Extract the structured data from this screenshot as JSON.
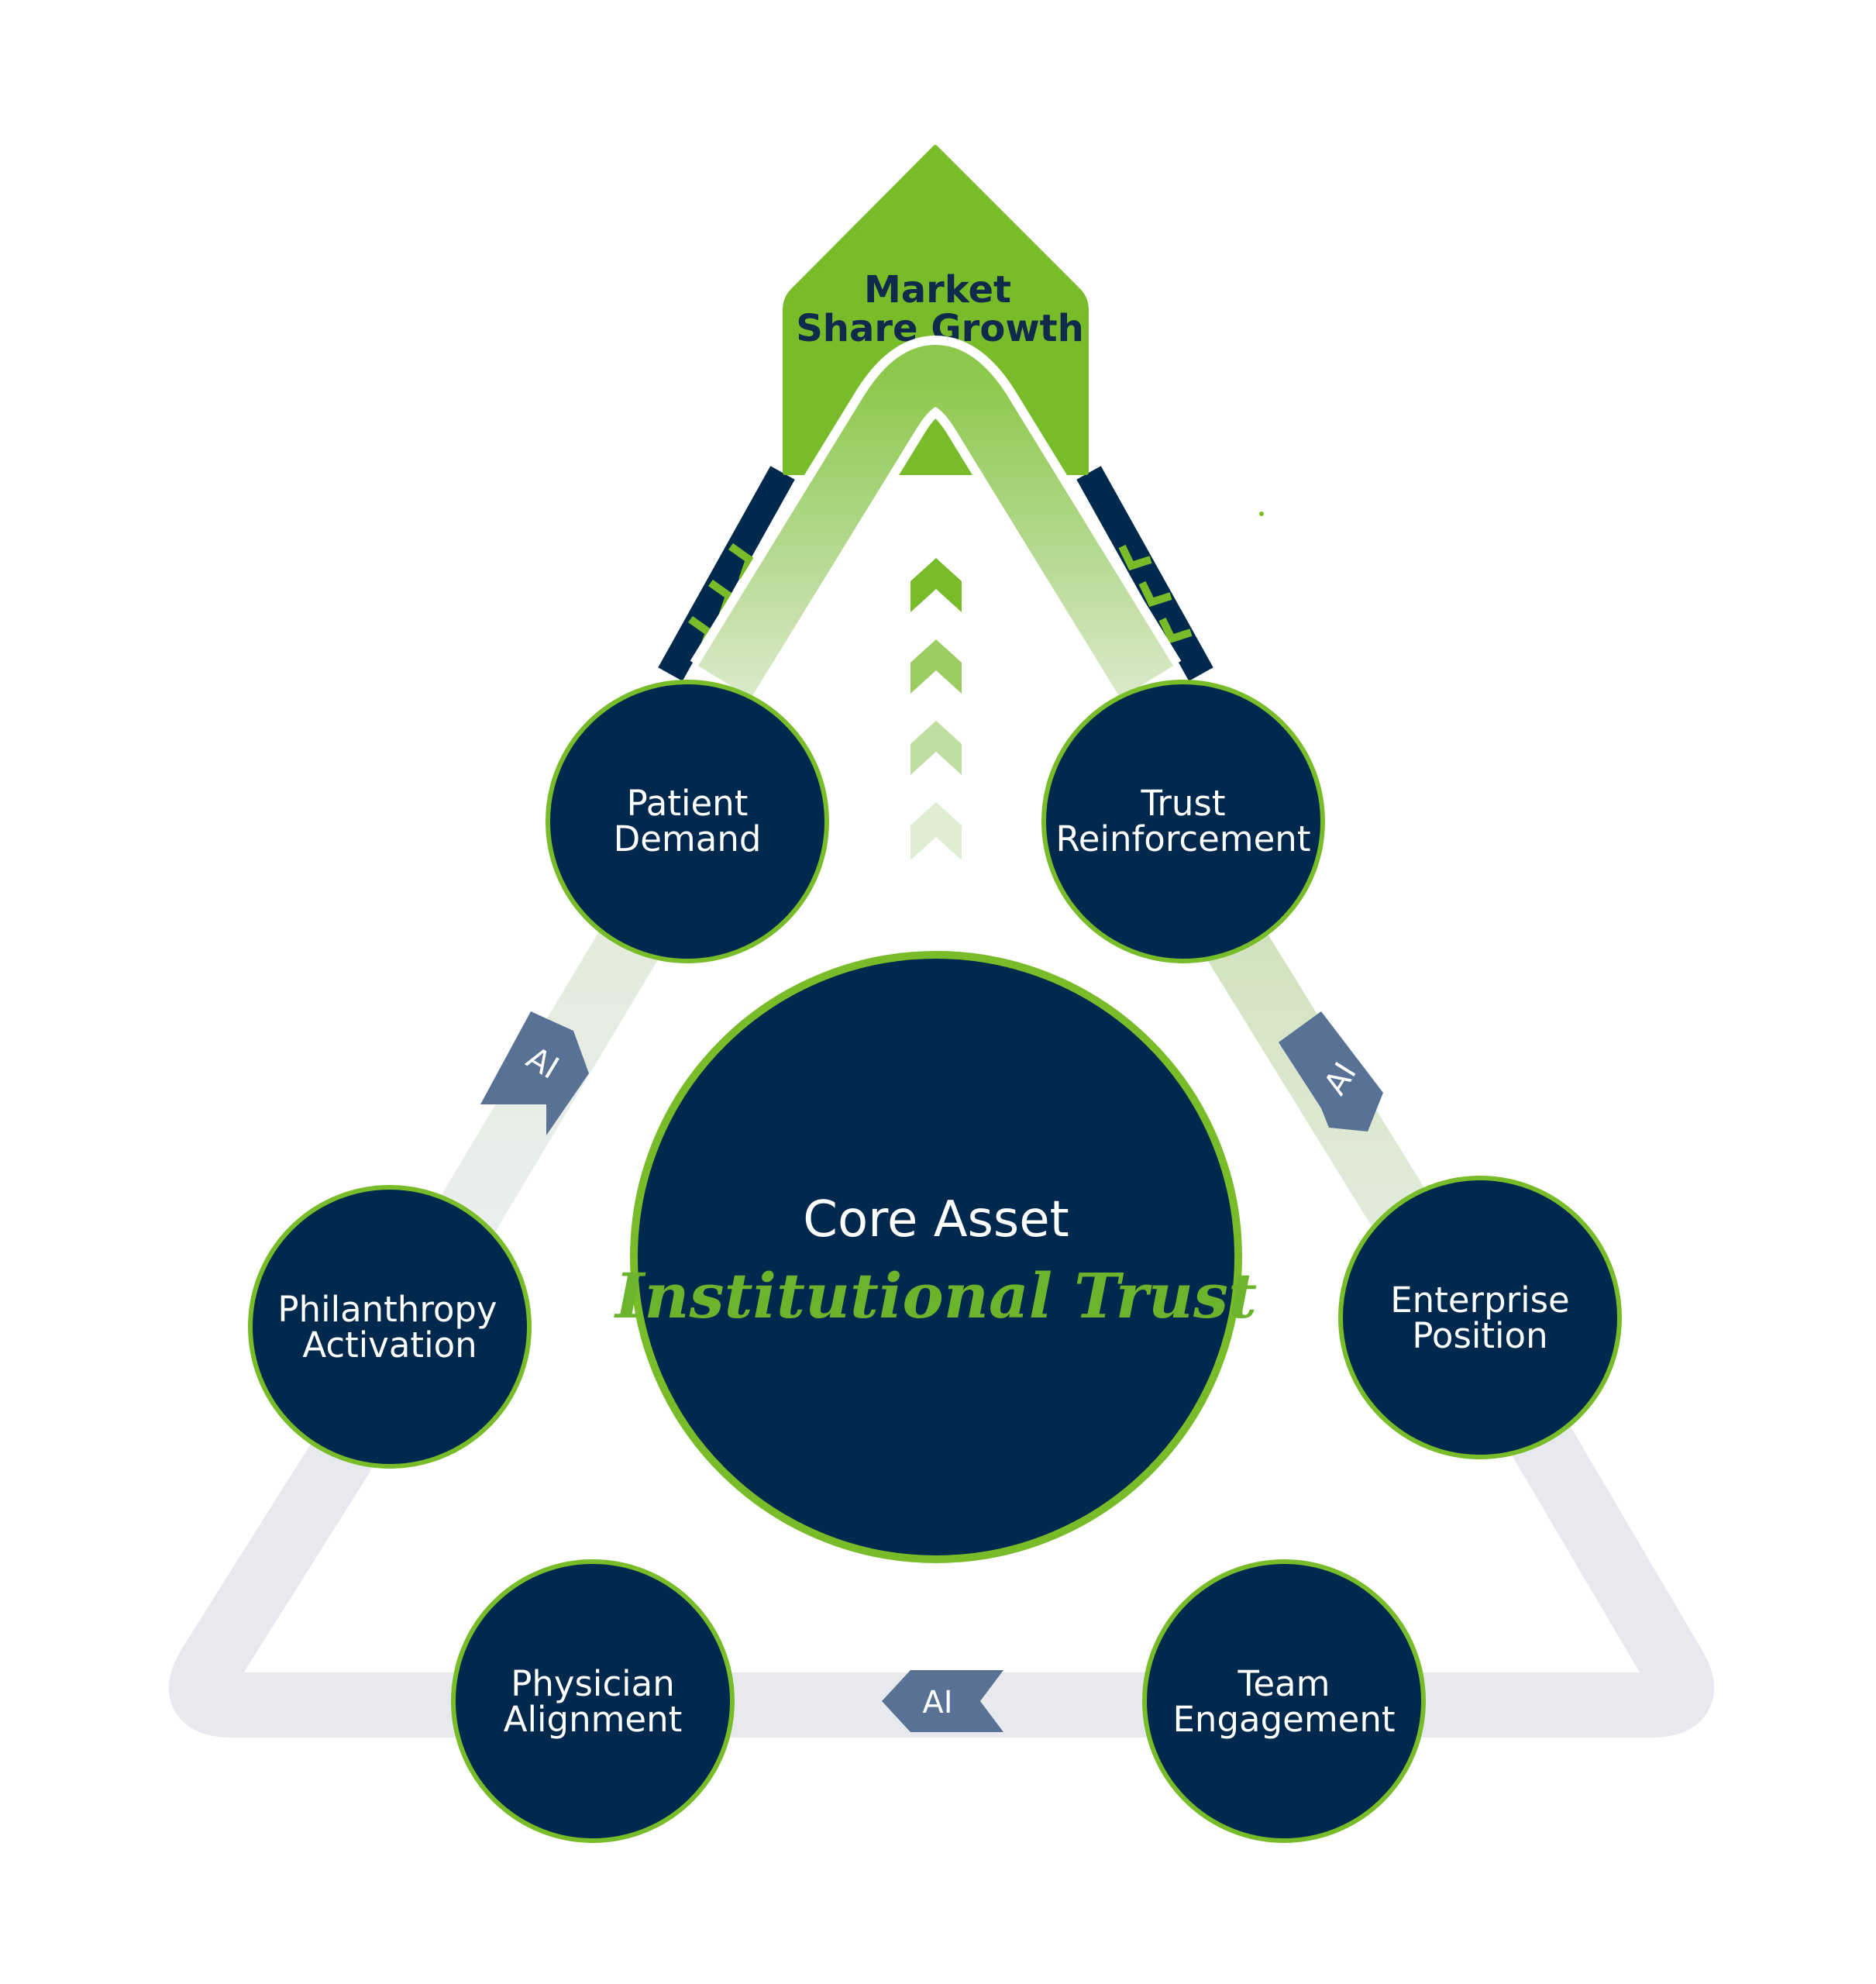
{
  "growth": {
    "line1": "Market",
    "line2": "Share Growth"
  },
  "core": {
    "title": "Core Asset",
    "subtitle": "Institutional Trust"
  },
  "nodes": {
    "patient_demand": {
      "line1": "Patient",
      "line2": "Demand"
    },
    "trust_reinforcement": {
      "line1": "Trust",
      "line2": "Reinforcement"
    },
    "philanthropy_activation": {
      "line1": "Philanthropy",
      "line2": "Activation"
    },
    "enterprise_position": {
      "line1": "Enterprise",
      "line2": "Position"
    },
    "physician_alignment": {
      "line1": "Physician",
      "line2": "Alignment"
    },
    "team_engagement": {
      "line1": "Team",
      "line2": "Engagement"
    }
  },
  "ai_tags": {
    "left": "AI",
    "right": "AI",
    "bottom": "AI"
  },
  "colors": {
    "navy": "#00294d",
    "green": "#78bc29",
    "light_green": "#d7e8c4",
    "track_gray": "#e8e9ee",
    "ai_tag": "#5a7196"
  }
}
